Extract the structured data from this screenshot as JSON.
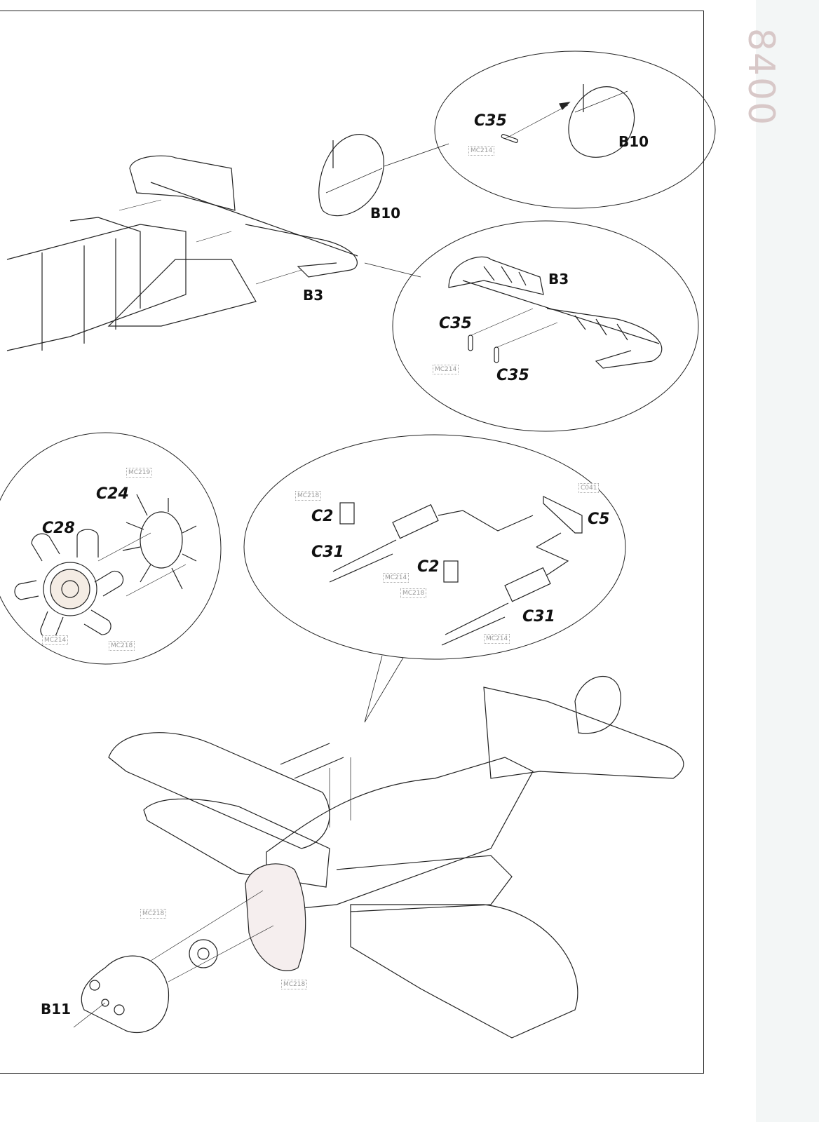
{
  "page": {
    "side_number": "8400"
  },
  "labels": {
    "tail_detail": {
      "c35": "C35",
      "mc214": "MC214",
      "b10": "B10"
    },
    "tail_main": {
      "b10": "B10",
      "b3": "B3"
    },
    "stab_detail": {
      "b3": "B3",
      "c35_a": "C35",
      "mc214": "MC214",
      "c35_b": "C35"
    },
    "engine_detail": {
      "mc219": "MC219",
      "c24": "C24",
      "c28": "C28",
      "mc214": "MC214",
      "mc218": "MC218"
    },
    "gun_detail": {
      "mc218_a": "MC218",
      "c2_a": "C2",
      "c31_a": "C31",
      "mc214_a": "MC214",
      "c2_b": "C2",
      "mc218_b": "MC218",
      "c041": "C041",
      "c5": "C5",
      "c31_b": "C31",
      "mc214_b": "MC214"
    },
    "main_view": {
      "mc218_a": "MC218",
      "b11": "B11",
      "mc218_b": "MC218"
    }
  },
  "colors": {
    "line": "#222222",
    "paint_code": "#999999",
    "cowl_tint": "#f3ecec"
  }
}
